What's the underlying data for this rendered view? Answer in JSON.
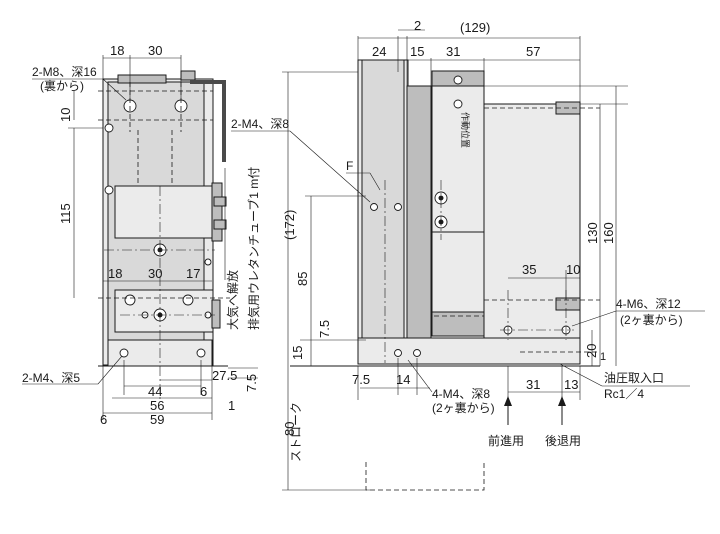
{
  "left_view": {
    "dims": [
      "18",
      "30",
      "10",
      "115",
      "18",
      "30",
      "17",
      "27.5",
      "7.5",
      "44",
      "6",
      "56",
      "1",
      "59",
      "6"
    ],
    "callouts": {
      "m8_depth16": "2-M8、深16",
      "m8_from_back": "(裏から)",
      "m4_depth5": "2-M4、深5"
    },
    "tube_note_line1": "大気へ解放",
    "tube_note_line2": "排気用ウレタンチューブ1 m付"
  },
  "right_view": {
    "top_dims": [
      "2",
      "(129)",
      "24",
      "15",
      "31",
      "57"
    ],
    "m4_depth8": "2-M4、深8",
    "f_label": "F",
    "height_172": "(172)",
    "height_85": "85",
    "height_7_5": "7.5",
    "height_15": "15",
    "height_130": "130",
    "height_160": "160",
    "dim_35": "35",
    "dim_10": "10",
    "m6_depth12": "4-M6、深12",
    "m6_two_back": "(2ヶ裏から)",
    "dim_20": "20",
    "dim_1": "1",
    "oil_inlet": "油圧取入口",
    "rc": "Rc1／4",
    "bottom_dims": [
      "7.5",
      "14",
      "31",
      "13"
    ],
    "m4_4_depth8": "4-M4、深8",
    "m4_two_back": "(2ヶ裏から)",
    "forward_label": "前進用",
    "backward_label": "後退用",
    "stroke_80": "80",
    "stroke_label": "ストローク",
    "side_label": "作動位置"
  }
}
